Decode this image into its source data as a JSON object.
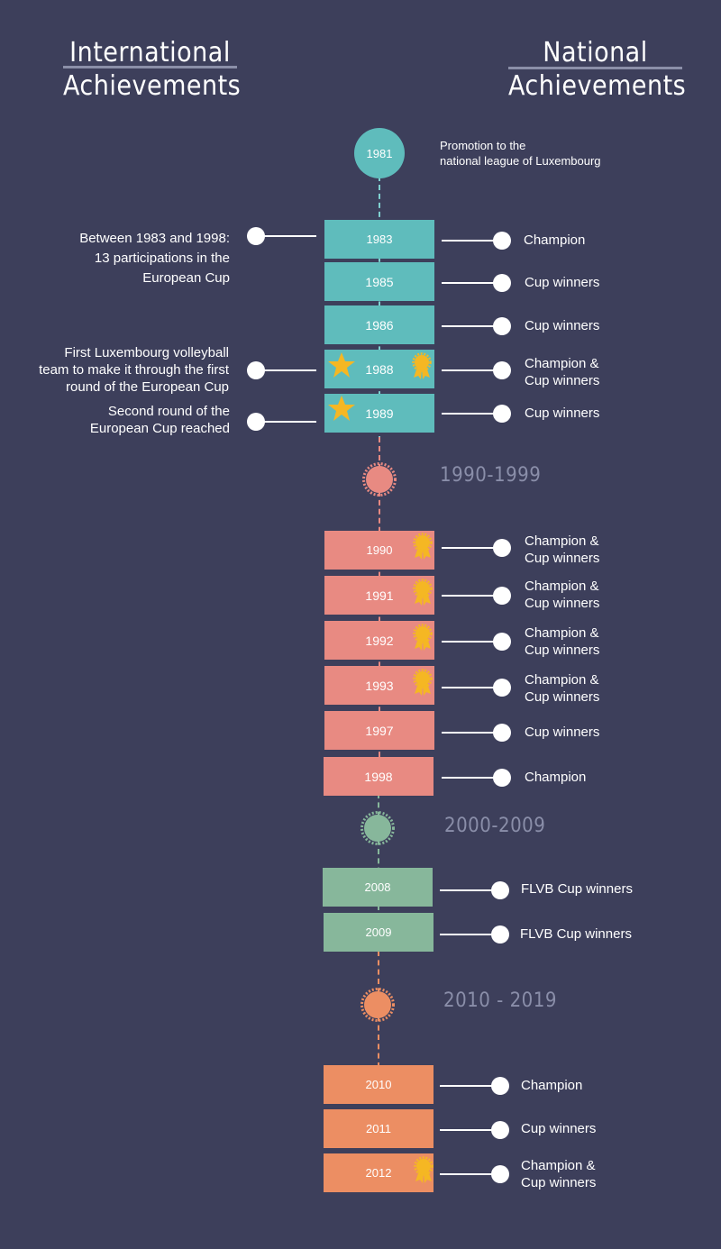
{
  "headings": {
    "left_line1": "International",
    "left_line2": "Achievements",
    "right_line1": "National",
    "right_line2": "Achievements"
  },
  "colors": {
    "background": "#3d3f5b",
    "teal": "#5fbcbc",
    "salmon": "#e88a82",
    "sage": "#87b79b",
    "orange": "#ec8e63",
    "gold": "#f5b723"
  },
  "start": {
    "year": "1981",
    "text": "Promotion to the\nnational league of Luxembourg"
  },
  "decades": {
    "d1990": "1990-1999",
    "d2000": "2000-2009",
    "d2010": "2010 - 2019"
  },
  "entries": [
    {
      "year": "1983",
      "national": "Champion",
      "international": "Between 1983 and 1998:\n13 participations in the\nEuropean Cup"
    },
    {
      "year": "1985",
      "national": "Cup winners"
    },
    {
      "year": "1986",
      "national": "Cup winners"
    },
    {
      "year": "1988",
      "national": "Champion &\nCup winners",
      "international": "First Luxembourg volleyball\nteam to make it through the first\nround of the European Cup",
      "icons": [
        "star-icon",
        "medal-icon"
      ]
    },
    {
      "year": "1989",
      "national": "Cup winners",
      "international": "Second round of the\nEuropean Cup reached",
      "icons": [
        "star-icon"
      ]
    },
    {
      "year": "1990",
      "national": "Champion &\nCup winners",
      "icons": [
        "medal-icon"
      ]
    },
    {
      "year": "1991",
      "national": "Champion &\nCup winners",
      "icons": [
        "medal-icon"
      ]
    },
    {
      "year": "1992",
      "national": "Champion &\nCup winners",
      "icons": [
        "medal-icon"
      ]
    },
    {
      "year": "1993",
      "national": "Champion &\nCup winners",
      "icons": [
        "medal-icon"
      ]
    },
    {
      "year": "1997",
      "national": "Cup winners"
    },
    {
      "year": "1998",
      "national": "Champion"
    },
    {
      "year": "2008",
      "national": "FLVB Cup winners"
    },
    {
      "year": "2009",
      "national": "FLVB Cup winners"
    },
    {
      "year": "2010",
      "national": "Champion"
    },
    {
      "year": "2011",
      "national": "Cup winners"
    },
    {
      "year": "2012",
      "national": "Champion &\nCup winners",
      "icons": [
        "medal-icon"
      ]
    }
  ]
}
